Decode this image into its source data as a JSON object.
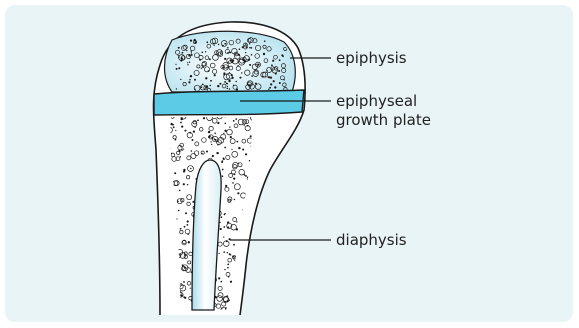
{
  "labels": {
    "epiphysis": "epiphysis",
    "growth_plate_line1": "epiphyseal",
    "growth_plate_line2": "growth plate",
    "diaphysis": "diaphysis"
  },
  "colors": {
    "panel_background": "#e9f4f7",
    "bone_fill": "#ffffff",
    "spongy_bone": "#c6e8f2",
    "growth_plate": "#5ccbe6",
    "outline": "#1a1a1a"
  }
}
